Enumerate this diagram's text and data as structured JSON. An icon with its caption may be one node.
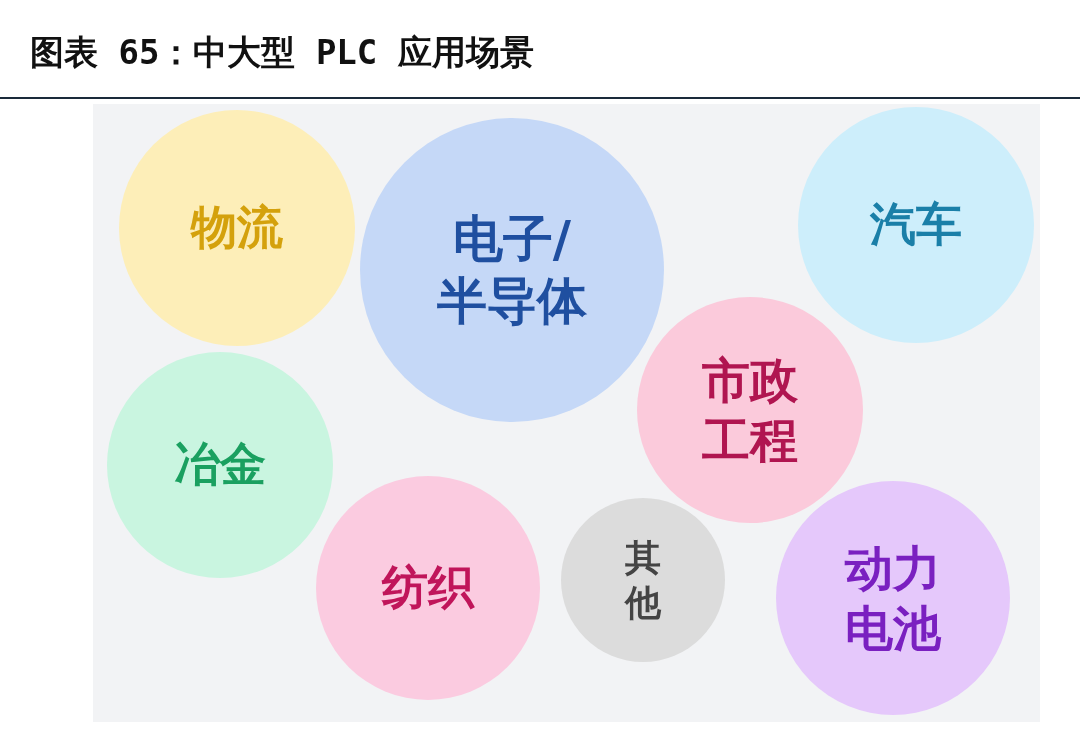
{
  "diagram": {
    "title": "图表 65：中大型 PLC 应用场景",
    "nodes": [
      {
        "text": [
          "物流"
        ]
      },
      {
        "text": [
          "电子/半导体"
        ]
      },
      {
        "text": [
          "汽车"
        ]
      },
      {
        "text": [
          "市政工程"
        ]
      },
      {
        "text": [
          "冶金"
        ]
      },
      {
        "text": [
          "纺织"
        ]
      },
      {
        "text": [
          "其他"
        ]
      },
      {
        "text": [
          "动力电池"
        ]
      }
    ],
    "edges": []
  }
}
